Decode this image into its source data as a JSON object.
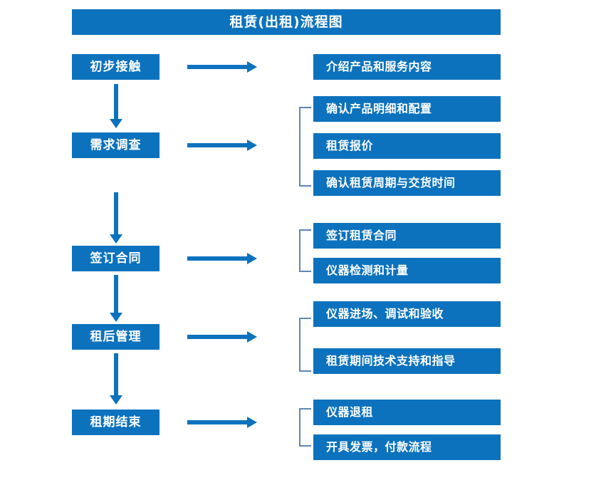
{
  "diagram": {
    "title": "租赁(出租)流程图",
    "colors": {
      "box_blue": "#0C72BE",
      "bracket_blue": "#5B87B5",
      "text_white": "#FFFFFF",
      "background": "#FFFFFF"
    },
    "stages": [
      {
        "label": "初步接触"
      },
      {
        "label": "需求调查"
      },
      {
        "label": "签订合同"
      },
      {
        "label": "租后管理"
      },
      {
        "label": "租期结束"
      }
    ],
    "details": [
      {
        "label": "介绍产品和服务内容"
      },
      {
        "label": "确认产品明细和配置"
      },
      {
        "label": "租赁报价"
      },
      {
        "label": "确认租赁周期与交货时间"
      },
      {
        "label": "签订租赁合同"
      },
      {
        "label": "仪器检测和计量"
      },
      {
        "label": "仪器进场、调试和验收"
      },
      {
        "label": "租赁期间技术支持和指导"
      },
      {
        "label": "仪器退租"
      },
      {
        "label": "开具发票，付款流程"
      }
    ]
  }
}
